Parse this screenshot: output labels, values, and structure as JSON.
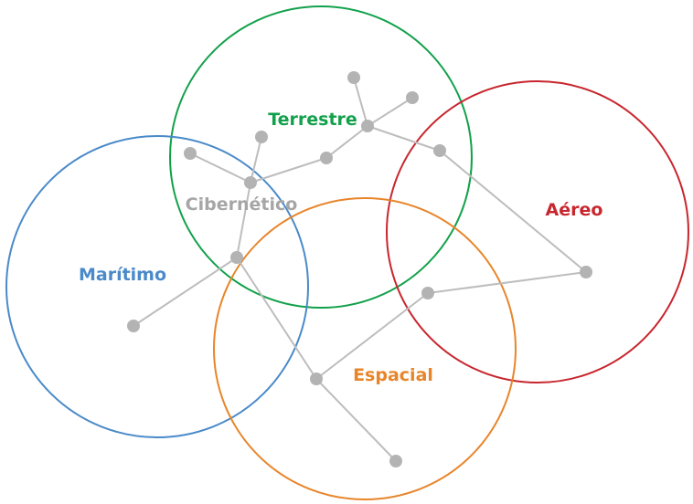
{
  "domains": [
    {
      "id": "terrestre",
      "label": "Terrestre",
      "color": "#12a14b"
    },
    {
      "id": "maritimo",
      "label": "Marítimo",
      "color": "#4a8ac9"
    },
    {
      "id": "aereo",
      "label": "Aéreo",
      "color": "#c8262e"
    },
    {
      "id": "espacial",
      "label": "Espacial",
      "color": "#e8852a"
    },
    {
      "id": "cibernetico",
      "label": "Cibernético",
      "color": "#a6a6a6"
    }
  ],
  "network": {
    "node_color": "#b3b3b3",
    "edge_color": "#bdbdbd"
  }
}
